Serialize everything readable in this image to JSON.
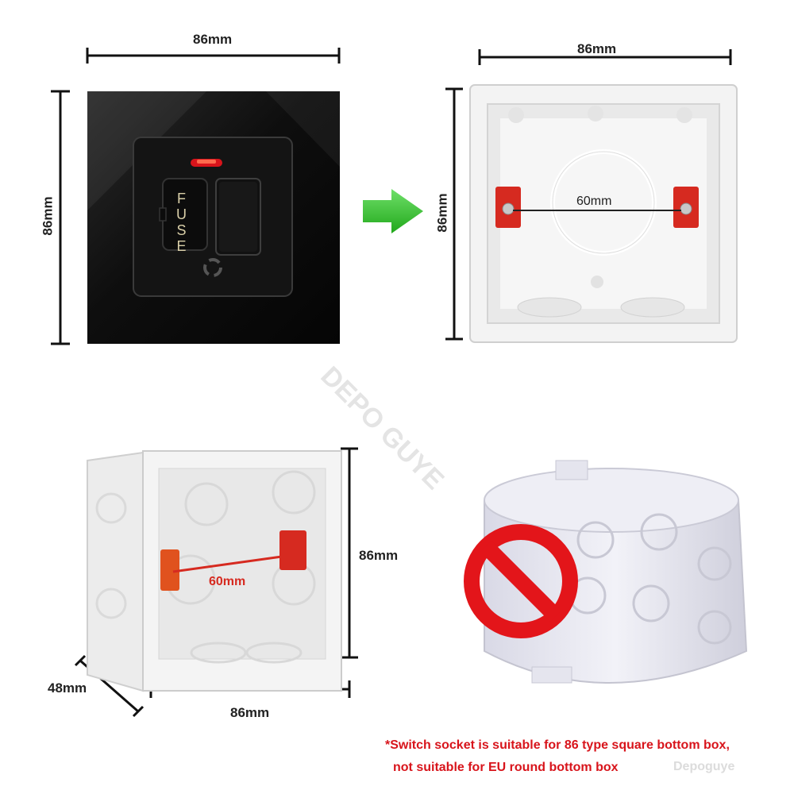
{
  "labels": {
    "top_left_width": "86mm",
    "top_left_height": "86mm",
    "top_right_width": "86mm",
    "top_right_height": "86mm",
    "top_right_screw_spacing": "60mm",
    "bottom_left_height": "86mm",
    "bottom_left_width": "86mm",
    "bottom_left_depth": "48mm",
    "bottom_left_screw_spacing": "60mm"
  },
  "panel": {
    "fuse_text": "FUSE"
  },
  "notes": {
    "line1": "*Switch socket is suitable for 86 type square bottom box,",
    "line2": "not suitable for EU round bottom box"
  },
  "watermarks": {
    "diagonal": "DEPO GUYE",
    "corner": "Depoguye"
  },
  "colors": {
    "note_red": "#d8141b",
    "arrow_green": "#2fc21f",
    "prohibit_red": "#e3151a",
    "panel_black": "#0e0e0e",
    "bracket_red": "#d62a20"
  },
  "icons": [
    "green-arrow-icon",
    "prohibited-sign-icon"
  ]
}
